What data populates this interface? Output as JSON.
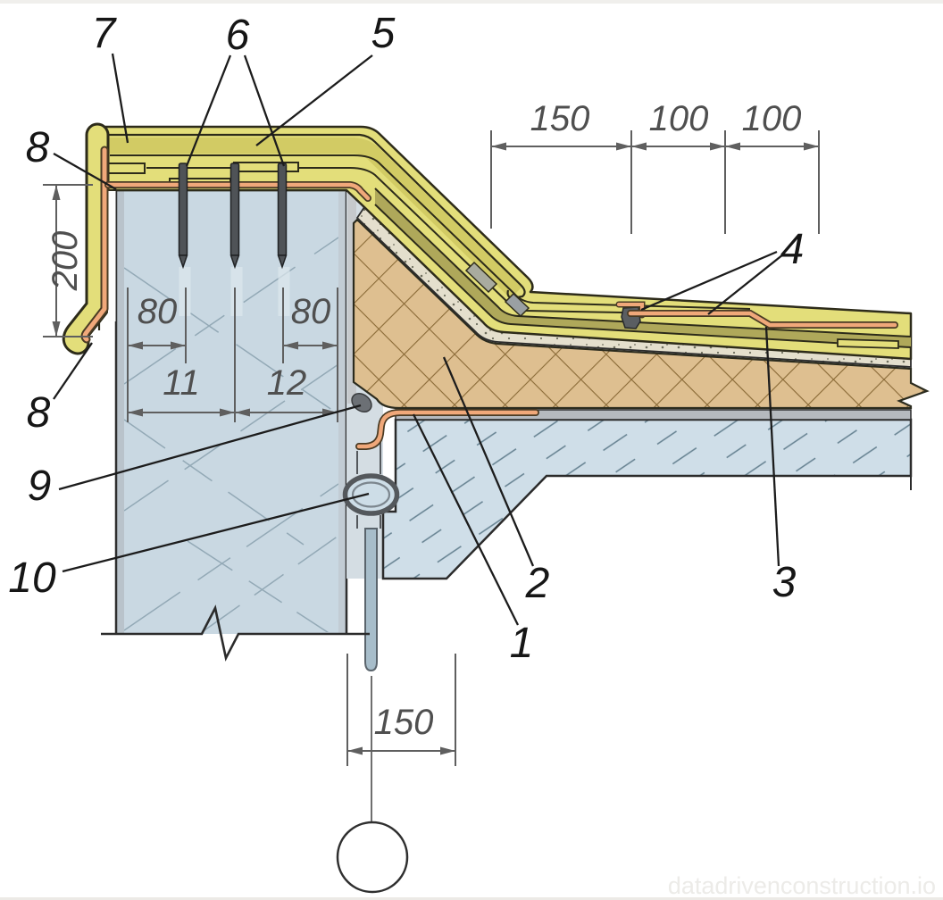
{
  "drawing": {
    "kind": "roof-parapet-construction-detail",
    "callouts": {
      "n1": "1",
      "n2": "2",
      "n3": "3",
      "n4": "4",
      "n5": "5",
      "n6": "6",
      "n7": "7",
      "n8": "8",
      "n9": "9",
      "n10": "10"
    },
    "dimensions": {
      "top": [
        "150",
        "100",
        "100"
      ],
      "parapet_flashing_height": "200",
      "anchor_offsets": [
        "80",
        "80"
      ],
      "wall_leaf_widths": [
        "11",
        "12"
      ],
      "drain_axis_offset": "150"
    },
    "watermark": "datadrivenconstruction.io",
    "colors": {
      "membrane_yellow": "#e3de7a",
      "membrane_olive": "#afa85a",
      "flashing_orange": "#f0a87a",
      "screed_speckle": "#e4dfcd",
      "insulation_tan": "#debf90",
      "concrete_slab_blue": "#cfdee8",
      "wall_blue": "#c9d8e2",
      "metal_gray": "#9aa0a3",
      "dim_gray": "#4f4f4f",
      "label_black": "#161616"
    }
  }
}
